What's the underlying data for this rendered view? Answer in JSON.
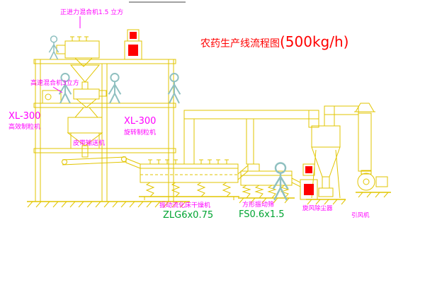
{
  "title": {
    "text": "农药生产线流程图",
    "capacity": "(500kg/h)"
  },
  "labels": {
    "top_mixer": "正进力混合机1.5 立方",
    "high_speed_mixer": "高速混合机3立方",
    "granulator_left_model": "XL-300",
    "granulator_left_name": "高效制粒机",
    "granulator_mid_model": "XL-300",
    "granulator_mid_name": "旋转制粒机",
    "belt_conveyor": "皮带输送机",
    "fluid_bed_dryer": "振动流化床干燥机",
    "fluid_bed_dryer_model": "ZLG6x0.75",
    "vibrating_screen": "方形振动筛",
    "vibrating_screen_model": "FS0.6x1.5",
    "cyclone": "旋风除尘器",
    "induced_draft_fan": "引风机"
  },
  "colors": {
    "line_yellow": "#e2c500",
    "label_magenta": "#ff00ff",
    "model_green": "#00a431",
    "title_red": "#ff0000",
    "figure": "#8fc0c0",
    "background": "#ffffff"
  }
}
